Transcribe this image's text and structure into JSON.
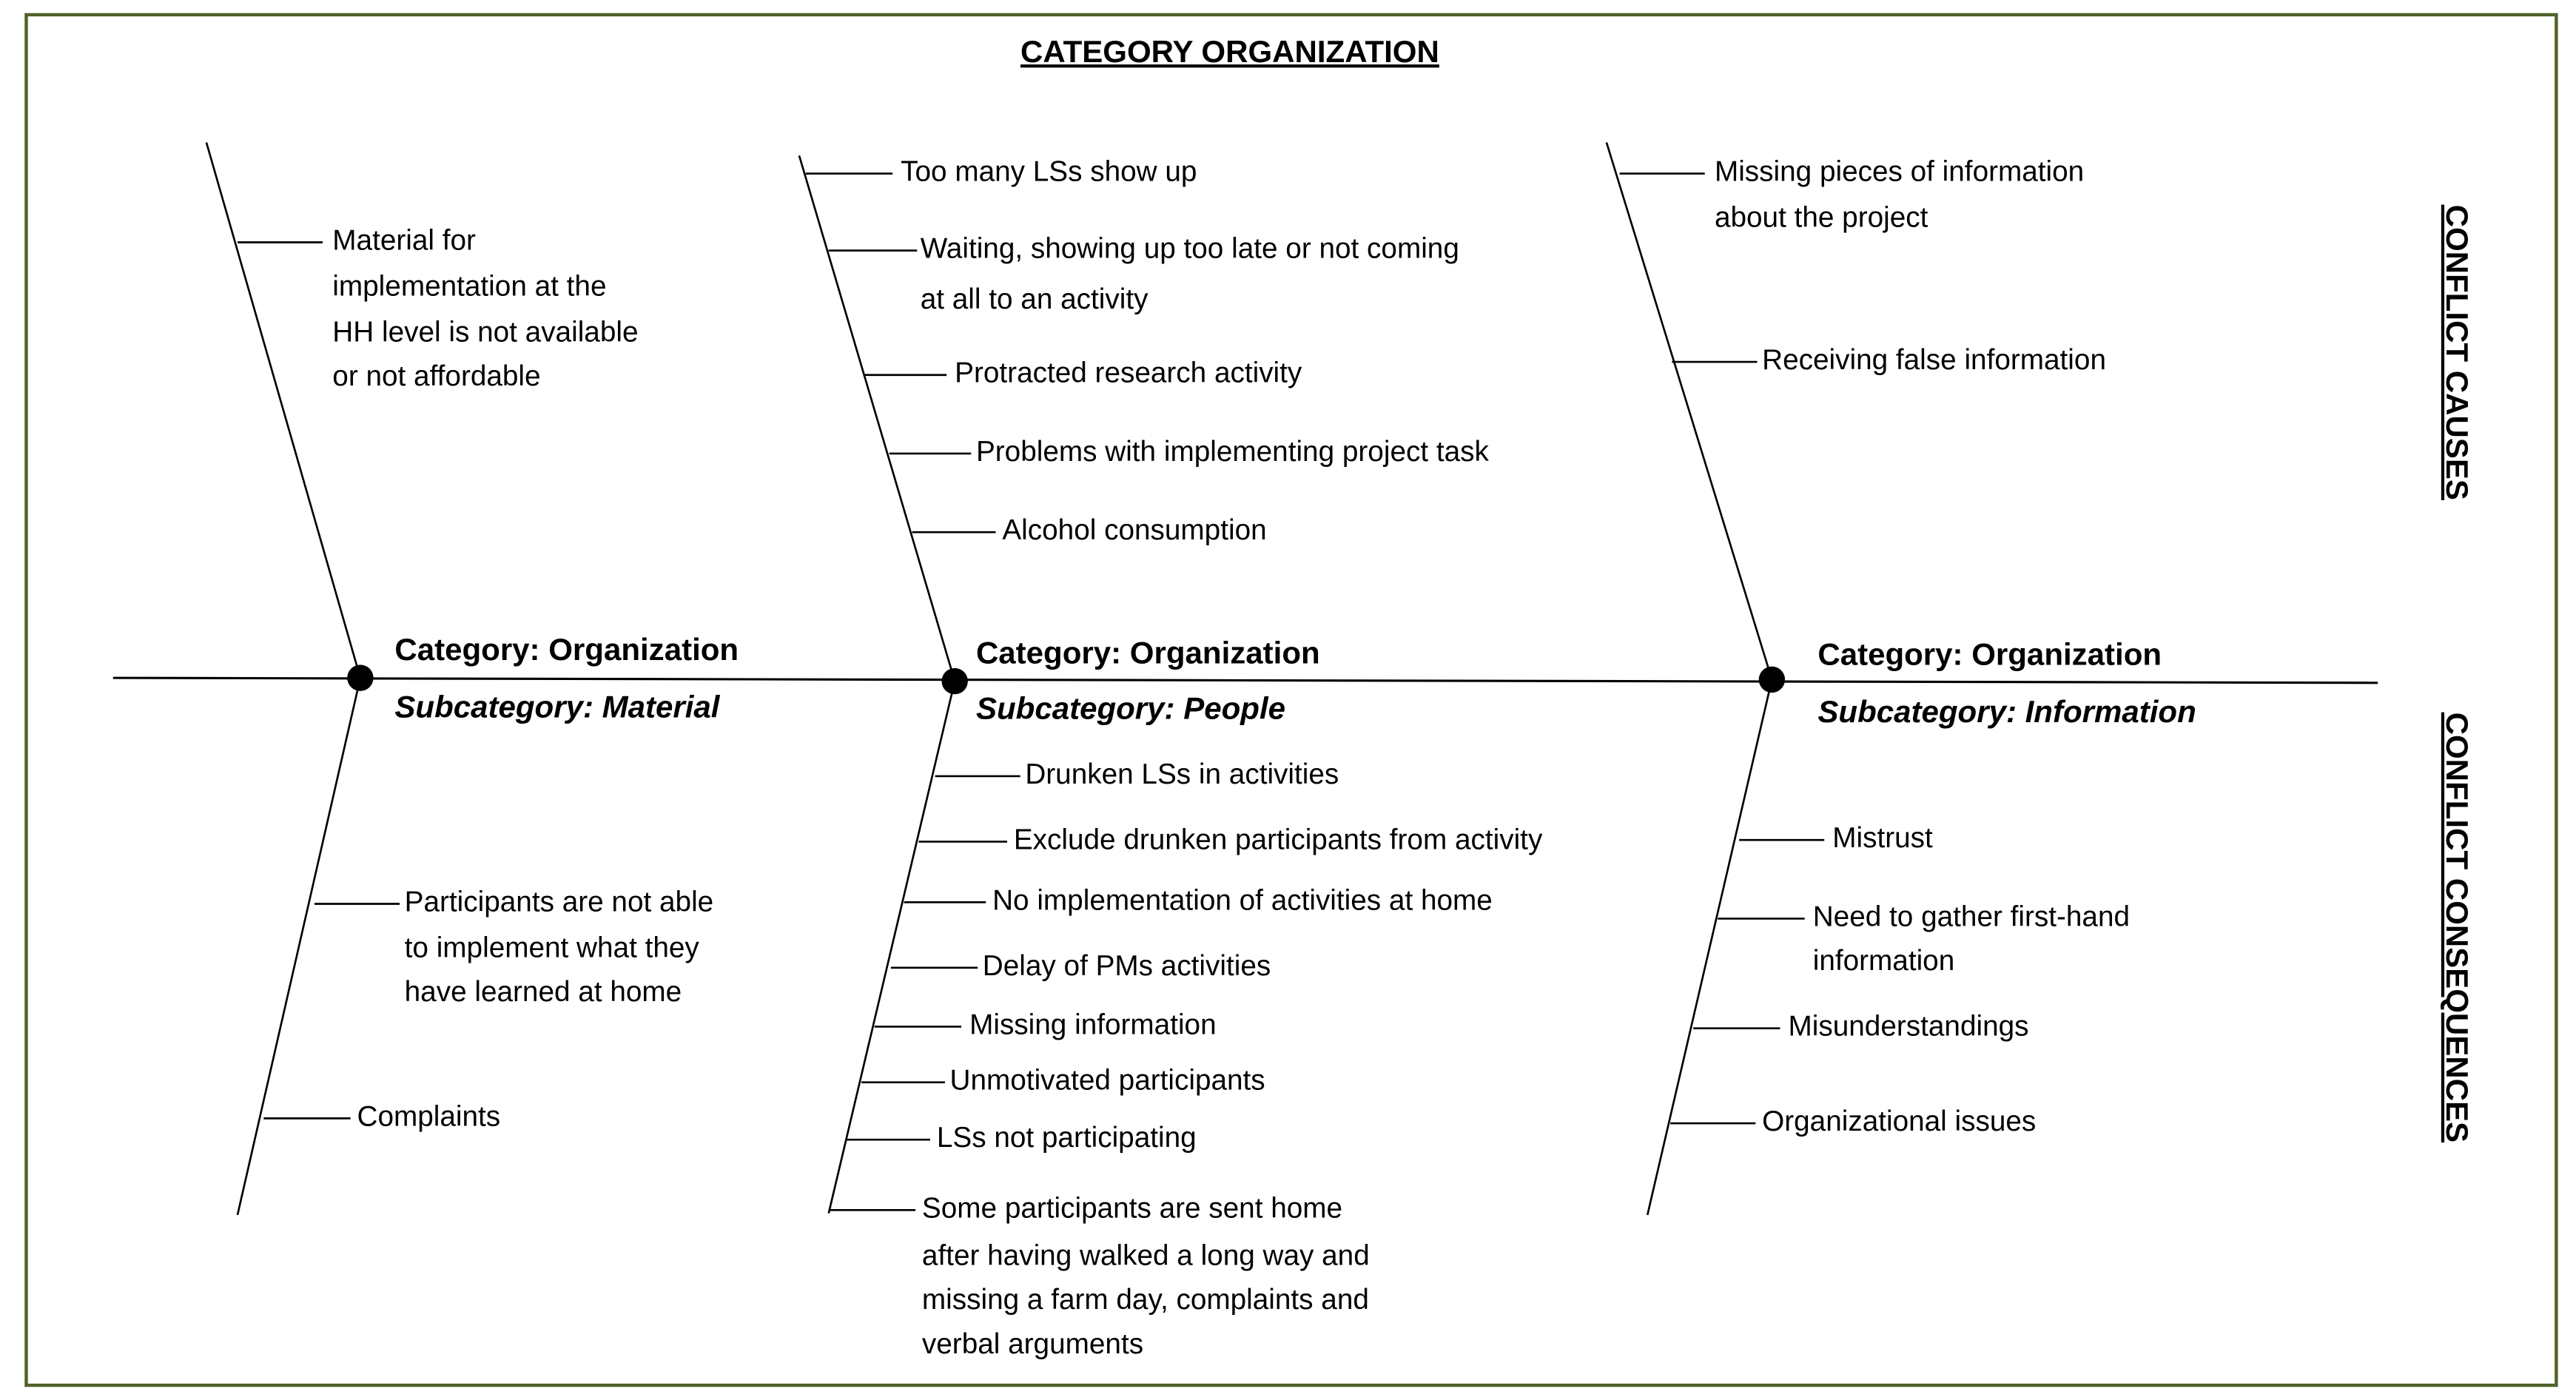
{
  "title": "CATEGORY ORGANIZATION",
  "side_labels": {
    "causes": "CONFLICT CAUSES",
    "consequences": "CONFLICT CONSEQUENCES"
  },
  "colors": {
    "border": "#4f6228",
    "lines": "#000000"
  },
  "groups": [
    {
      "category": "Category: Organization",
      "subcategory": "Subcategory: Material",
      "causes": [
        [
          "Material for",
          "implementation at the",
          "HH level is not available",
          "or not affordable"
        ]
      ],
      "consequences": [
        [
          "Participants are not able",
          "to implement what they",
          "have learned at home"
        ],
        [
          "Complaints"
        ]
      ]
    },
    {
      "category": "Category: Organization",
      "subcategory": "Subcategory: People",
      "causes": [
        [
          "Too many LSs show up"
        ],
        [
          "Waiting, showing up too late or not coming",
          "at all to an activity"
        ],
        [
          "Protracted research activity"
        ],
        [
          "Problems with implementing project task"
        ],
        [
          "Alcohol consumption"
        ]
      ],
      "consequences": [
        [
          "Drunken LSs in activities"
        ],
        [
          "Exclude drunken participants from activity"
        ],
        [
          "No implementation of activities at home"
        ],
        [
          "Delay of PMs activities"
        ],
        [
          "Missing information"
        ],
        [
          "Unmotivated participants"
        ],
        [
          "LSs not participating"
        ],
        [
          "Some participants are sent home",
          "after having walked a long way and",
          "missing a farm day, complaints and",
          "verbal arguments"
        ]
      ]
    },
    {
      "category": "Category: Organization",
      "subcategory": "Subcategory: Information",
      "causes": [
        [
          "Missing pieces of information",
          "about the project"
        ],
        [
          "Receiving false information"
        ]
      ],
      "consequences": [
        [
          "Mistrust"
        ],
        [
          "Need to gather first-hand",
          "information"
        ],
        [
          "Misunderstandings"
        ],
        [
          "Organizational issues"
        ]
      ]
    }
  ]
}
